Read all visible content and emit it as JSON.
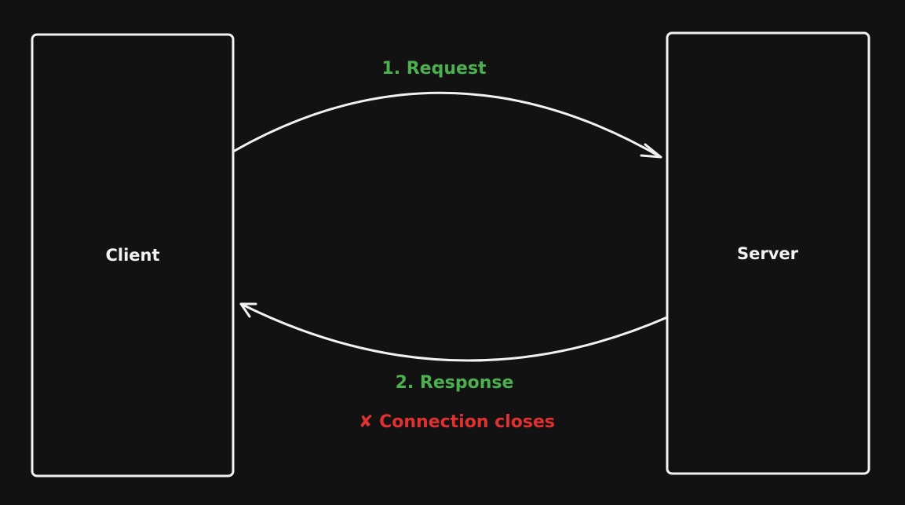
{
  "colors": {
    "background": "#121212",
    "stroke": "#f2f2f2",
    "request_label": "#4caf50",
    "response_label": "#4caf50",
    "close_label": "#e03131"
  },
  "nodes": {
    "client": {
      "label": "Client"
    },
    "server": {
      "label": "Server"
    }
  },
  "edges": {
    "request": {
      "label": "1. Request"
    },
    "response": {
      "label": "2. Response"
    }
  },
  "annotations": {
    "connection_closes": {
      "icon": "cross-icon",
      "label": "✘ Connection closes"
    }
  }
}
